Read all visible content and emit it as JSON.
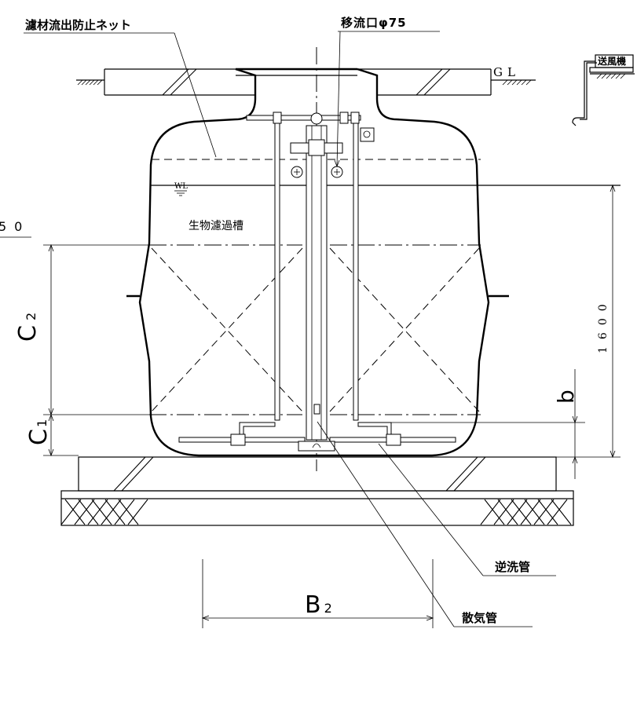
{
  "labels": {
    "filter_net": "濾材流出防止ネット",
    "transfer_port": "移流口φ75",
    "blower": "送風機",
    "gl": "GL",
    "wl": "WL",
    "bio_tank": "生物濾過槽",
    "left_dim": "50",
    "height_dim": "1600",
    "c2_main": "C",
    "c2_sub": "2",
    "c1_main": "C",
    "c1_sub": "1",
    "b_lower": "b",
    "b2_main": "B",
    "b2_sub": "2",
    "backwash_pipe": "逆洗管",
    "aeration_pipe": "散気管"
  }
}
